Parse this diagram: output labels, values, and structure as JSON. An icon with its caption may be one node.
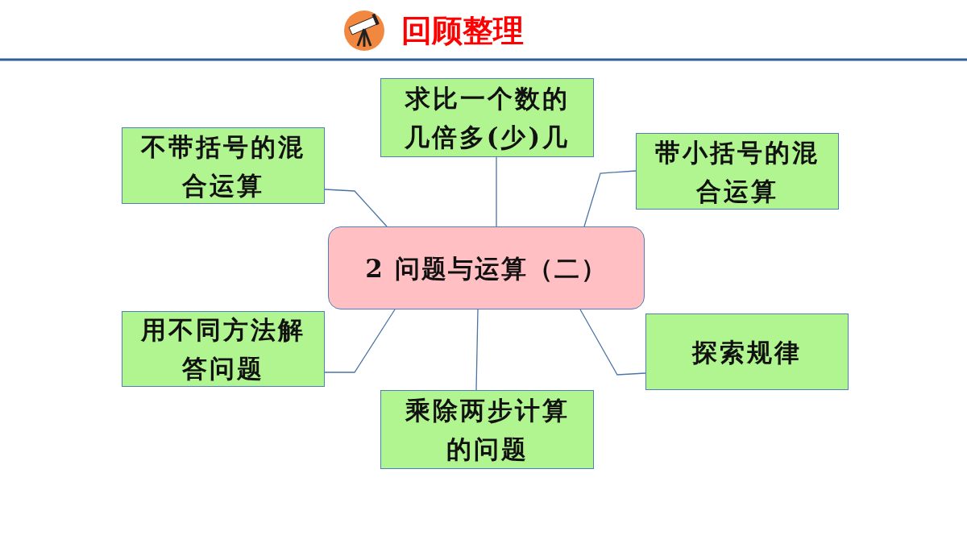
{
  "diagram": {
    "title": "回顾整理",
    "nodes": [
      {
        "text": [
          "求比一个数的几倍多(少)几"
        ]
      },
      {
        "text": [
          "不带括号的混合运算"
        ]
      },
      {
        "text": [
          "带小括号的混合运算"
        ]
      },
      {
        "text": [
          "2 问题与运算（二）"
        ]
      },
      {
        "text": [
          "用不同方法解答问题"
        ]
      },
      {
        "text": [
          "探索规律"
        ]
      },
      {
        "text": [
          "乘除两步计算的问题"
        ]
      }
    ],
    "edges": [
      {
        "from": 3,
        "to": 0,
        "arrow": "none"
      },
      {
        "from": 3,
        "to": 1,
        "arrow": "none"
      },
      {
        "from": 3,
        "to": 2,
        "arrow": "none"
      },
      {
        "from": 3,
        "to": 4,
        "arrow": "none"
      },
      {
        "from": 3,
        "to": 6,
        "arrow": "none"
      },
      {
        "from": 3,
        "to": 5,
        "arrow": "none"
      }
    ]
  }
}
